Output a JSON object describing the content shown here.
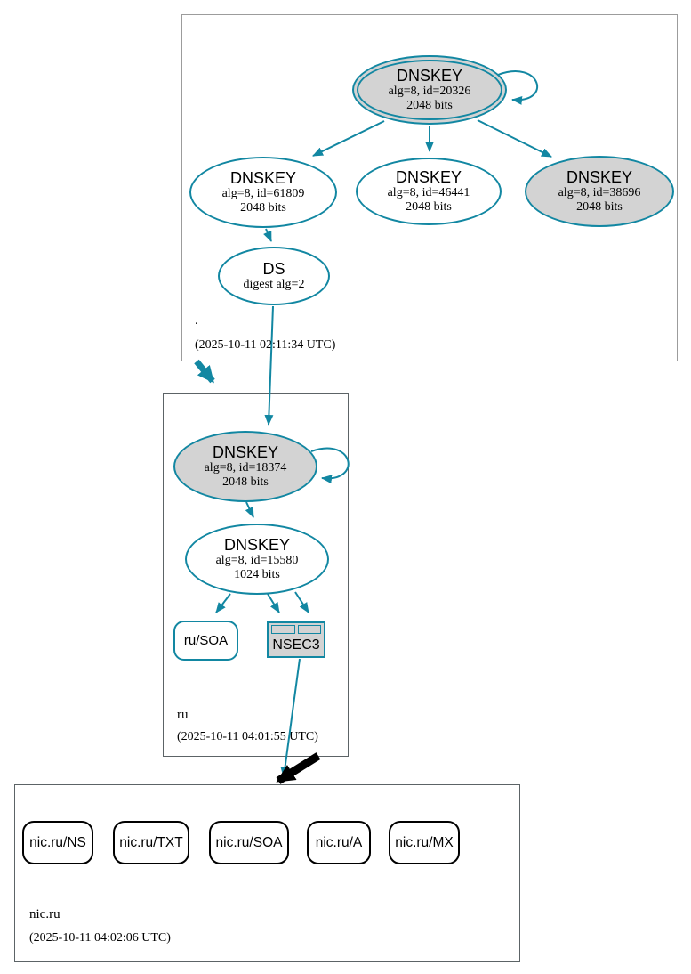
{
  "colors": {
    "teal": "#1287a2",
    "node-fill": "#d3d3d3",
    "box-border-light": "#9c9c9c",
    "box-border-dark": "#5c6366",
    "ink": "#000000"
  },
  "zones": [
    {
      "name": ".",
      "timestamp": "(2025-10-11 02:11:34 UTC)"
    },
    {
      "name": "ru",
      "timestamp": "(2025-10-11 04:01:55 UTC)"
    },
    {
      "name": "nic.ru",
      "timestamp": "(2025-10-11 04:02:06 UTC)"
    }
  ],
  "nodes": {
    "root_ksk": {
      "type": "DNSKEY",
      "detail": "alg=8, id=20326",
      "bits": "2048 bits"
    },
    "root_zsk_61809": {
      "type": "DNSKEY",
      "detail": "alg=8, id=61809",
      "bits": "2048 bits"
    },
    "root_zsk_46441": {
      "type": "DNSKEY",
      "detail": "alg=8, id=46441",
      "bits": "2048 bits"
    },
    "root_key_38696": {
      "type": "DNSKEY",
      "detail": "alg=8, id=38696",
      "bits": "2048 bits"
    },
    "root_ds": {
      "type": "DS",
      "detail": "digest alg=2"
    },
    "ru_ksk": {
      "type": "DNSKEY",
      "detail": "alg=8, id=18374",
      "bits": "2048 bits"
    },
    "ru_zsk": {
      "type": "DNSKEY",
      "detail": "alg=8, id=15580",
      "bits": "1024 bits"
    },
    "nsec3": {
      "label": "NSEC3"
    }
  },
  "rrsets": {
    "ru_soa": "ru/SOA",
    "nic_ru": [
      "nic.ru/NS",
      "nic.ru/TXT",
      "nic.ru/SOA",
      "nic.ru/A",
      "nic.ru/MX"
    ]
  }
}
